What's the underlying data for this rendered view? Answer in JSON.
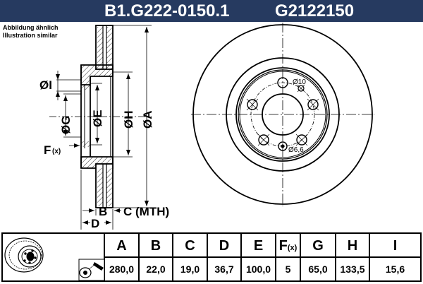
{
  "header": {
    "part_number": "B1.G222-0150.1",
    "alt_number": "G2122150",
    "background_color": "#263a60"
  },
  "note": {
    "line1": "Abbildung ähnlich",
    "line2": "Illustration similar"
  },
  "section_labels": {
    "I": "ØI",
    "G": "ØG",
    "E": "ØE",
    "H": "ØH",
    "A": "ØA",
    "F": "F",
    "F_sub": "(x)",
    "B": "B",
    "C": "C (MTH)",
    "D": "D"
  },
  "front_labels": {
    "hole_large": "Ø10",
    "hole_small": "Ø6,6"
  },
  "icons": {
    "disc_icon": "brake-disc-perspective-icon",
    "spray_icon": "cleaning-spray-icon"
  },
  "table": {
    "columns": [
      {
        "key": "A",
        "label": "A",
        "sub": "",
        "value": "280,0"
      },
      {
        "key": "B",
        "label": "B",
        "sub": "",
        "value": "22,0"
      },
      {
        "key": "C",
        "label": "C",
        "sub": "",
        "value": "19,0"
      },
      {
        "key": "D",
        "label": "D",
        "sub": "",
        "value": "36,7"
      },
      {
        "key": "E",
        "label": "E",
        "sub": "",
        "value": "100,0"
      },
      {
        "key": "F",
        "label": "F",
        "sub": "(x)",
        "value": "5"
      },
      {
        "key": "G",
        "label": "G",
        "sub": "",
        "value": "65,0"
      },
      {
        "key": "H",
        "label": "H",
        "sub": "",
        "value": "133,5"
      },
      {
        "key": "I",
        "label": "I",
        "sub": "",
        "value": "15,6"
      }
    ]
  }
}
